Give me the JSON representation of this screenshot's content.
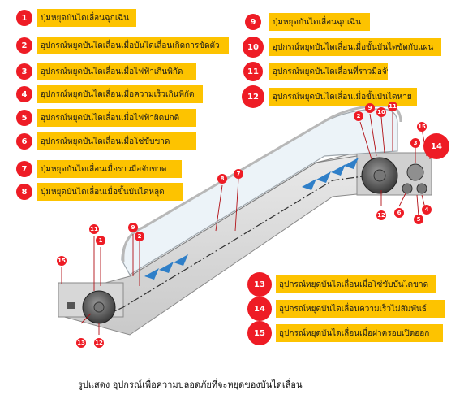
{
  "labels": [
    {
      "n": "1",
      "text": "ปุ่มหยุดบันไดเลื่อนฉุกเฉิน"
    },
    {
      "n": "2",
      "text": "อุปกรณ์หยุดบันไดเลื่อนเมื่อบันไดเลื่อนเกิดการขัดตัว"
    },
    {
      "n": "3",
      "text": "อุปกรณ์หยุดบันไดเลื่อนเมื่อไฟฟ้าเกินพิกัด"
    },
    {
      "n": "4",
      "text": "อุปกรณ์หยุดบันไดเลื่อนเมื่อความเร็วเกินพิกัด"
    },
    {
      "n": "5",
      "text": "อุปกรณ์หยุดบันไดเลื่อนเมื่อไฟฟ้าผิดปกติ"
    },
    {
      "n": "6",
      "text": "อุปกรณ์หยุดบันไดเลื่อนเมื่อโซ่ขับขาด"
    },
    {
      "n": "7",
      "text": "ปุ่มหยุดบันไดเลื่อนเมื่อราวมือจับขาด"
    },
    {
      "n": "8",
      "text": "ปุ่มหยุดบันไดเลื่อนเมื่อขั้นบันไดหลุด"
    },
    {
      "n": "9",
      "text": "ปุ่มหยุดบันไดเลื่อนฉุกเฉิน"
    },
    {
      "n": "10",
      "text": "อุปกรณ์หยุดบันไดเลื่อนเมื่อขั้นบันไดขัดกับแผ่น"
    },
    {
      "n": "11",
      "text": "อุปกรณ์หยุดบันไดเลื่อนที่ราวมือจับ"
    },
    {
      "n": "12",
      "text": "อุปกรณ์หยุดบันไดเลื่อนเมื่อขั้นบันไดหาย"
    },
    {
      "n": "13",
      "text": "อุปกรณ์หยุดบันไดเลื่อนเมื่อโซ่ขับบันไดขาด"
    },
    {
      "n": "14",
      "text": "อุปกรณ์หยุดบันไดเลื่อนความเร็วไม่สัมพันธ์"
    },
    {
      "n": "15",
      "text": "อุปกรณ์หยุดบันไดเลื่อนเมื่อฝาครอบเปิดออก"
    }
  ],
  "markers": [
    "1",
    "2",
    "3",
    "4",
    "5",
    "6",
    "7",
    "8",
    "9",
    "10",
    "11",
    "12",
    "13",
    "14",
    "15"
  ],
  "caption": "รูปแสดง อุปกรณ์เพื่อความปลอดภัยที่จะหยุดของบันไดเลื่อน",
  "colors": {
    "marker": "#ee1c25",
    "label_box": "#fdc300",
    "step_arrow": "#2f7fc8"
  }
}
